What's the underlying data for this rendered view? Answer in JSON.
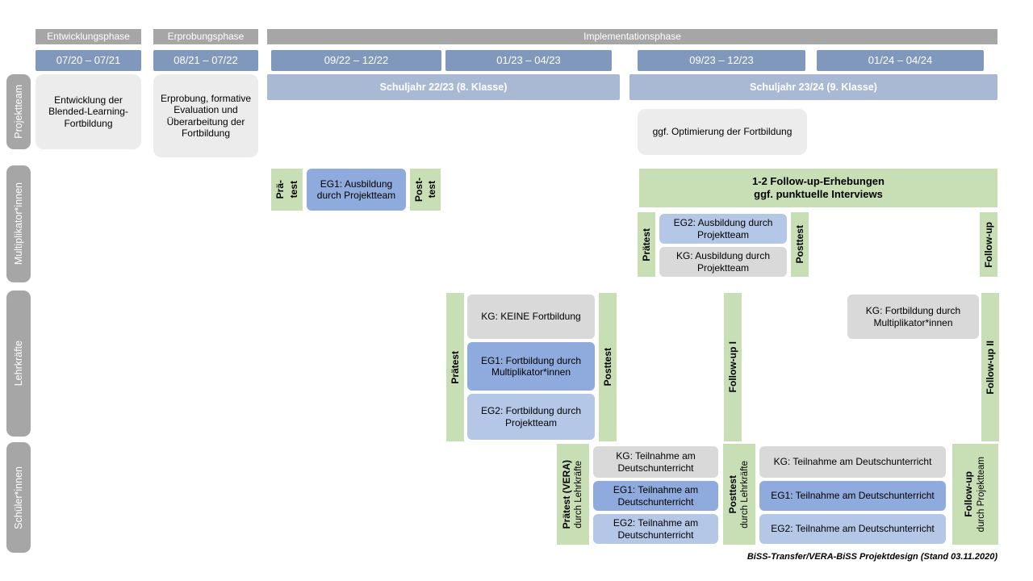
{
  "caption": "BiSS-Transfer/VERA-BiSS Projektdesign (Stand 03.11.2020)",
  "colors": {
    "phase_gray": "#a6a6a6",
    "date_blue": "#8098bc",
    "schuljahr_blue": "#aab9d3",
    "eg1_blue": "#8faadc",
    "eg2_blue": "#b4c7e7",
    "kg_gray": "#d9d9d9",
    "light_gray": "#ececec",
    "green": "#c8dfb5",
    "row_label_gray": "#a6a6a6"
  },
  "phases": {
    "entwicklung": "Entwicklungsphase",
    "erprobung": "Erprobungsphase",
    "implementation": "Implementationsphase"
  },
  "timeline": {
    "d1": "07/20 – 07/21",
    "d2": "08/21 – 07/22",
    "d3": "09/22 – 12/22",
    "d4": "01/23 – 04/23",
    "d5": "09/23 – 12/23",
    "d6": "01/24 – 04/24",
    "schuljahr1": "Schuljahr 22/23 (8. Klasse)",
    "schuljahr2": "Schuljahr 23/24 (9. Klasse)"
  },
  "row_labels": {
    "projektteam": "Projektteam",
    "multiplikatoren": "Multiplikator*innen",
    "lehrkraefte": "Lehrkräfte",
    "schueler": "Schüler*innen"
  },
  "projektteam": {
    "entwicklung": "Entwicklung der Blended-Learning-Fortbildung",
    "erprobung": "Erprobung, formative Evaluation und Überarbeitung der Fortbildung",
    "optimierung": "ggf. Optimierung der Fortbildung"
  },
  "multiplikatoren": {
    "praetest1_l1": "Prä-",
    "praetest1_l2": "test",
    "eg1": "EG1: Ausbildung durch Projektteam",
    "posttest1_l1": "Post-",
    "posttest1_l2": "test",
    "followup_box_l1": "1-2 Follow-up-Erhebungen",
    "followup_box_l2": "ggf. punktuelle Interviews",
    "praetest2": "Prätest",
    "eg2": "EG2: Ausbildung durch Projektteam",
    "kg": "KG: Ausbildung durch Projektteam",
    "posttest2": "Posttest",
    "followup": "Follow-up"
  },
  "lehrkraefte": {
    "praetest": "Prätest",
    "kg": "KG: KEINE Fortbildung",
    "eg1": "EG1: Fortbildung durch Multiplikator*innen",
    "eg2": "EG2: Fortbildung durch Projektteam",
    "posttest": "Posttest",
    "followup1": "Follow-up I",
    "kg2": "KG: Fortbildung durch Multiplikator*innen",
    "followup2": "Follow-up II"
  },
  "schueler": {
    "praetest_main": "Prätest (VERA)",
    "praetest_sub": "durch Lehrkräfte",
    "kg1": "KG: Teilnahme am Deutschunterricht",
    "eg1a": "EG1: Teilnahme am Deutschunterricht",
    "eg2a": "EG2: Teilnahme am Deutschunterricht",
    "posttest_main": "Posttest",
    "posttest_sub": "durch Lehrkräfte",
    "kg2": "KG: Teilnahme am Deutschunterricht",
    "eg1b": "EG1: Teilnahme am Deutschunterricht",
    "eg2b": "EG2: Teilnahme am Deutschunterricht",
    "followup_main": "Follow-up",
    "followup_sub": "durch Projektteam"
  }
}
